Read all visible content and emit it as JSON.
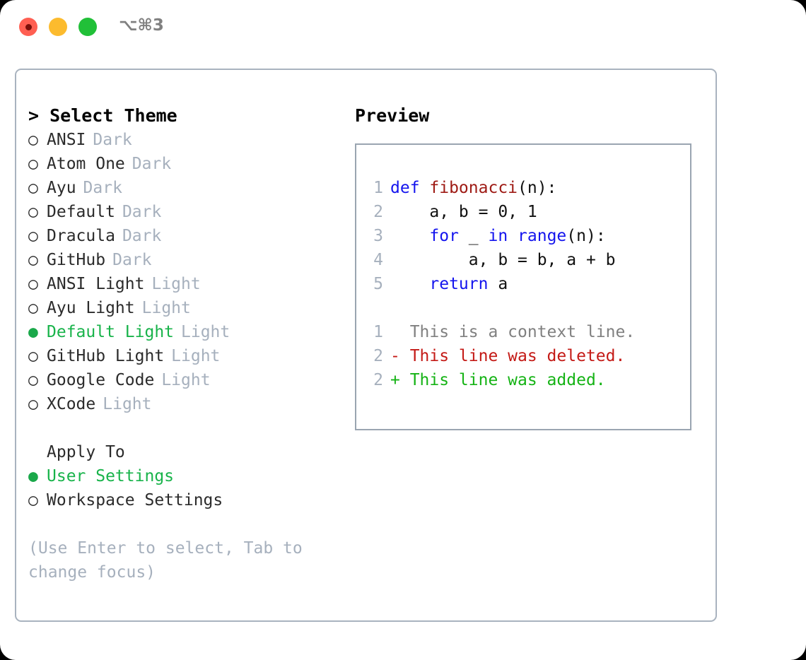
{
  "titlebar": {
    "shortcut": "⌥⌘3",
    "buttons": [
      {
        "name": "close",
        "color": "#ff5f52"
      },
      {
        "name": "minimize",
        "color": "#fcbb2e"
      },
      {
        "name": "maximize",
        "color": "#21c038"
      }
    ]
  },
  "theme_list": {
    "header": "> Select Theme",
    "items": [
      {
        "marker": "○",
        "label": "ANSI",
        "suffix": "Dark",
        "selected": false
      },
      {
        "marker": "○",
        "label": "Atom One",
        "suffix": "Dark",
        "selected": false
      },
      {
        "marker": "○",
        "label": "Ayu",
        "suffix": "Dark",
        "selected": false
      },
      {
        "marker": "○",
        "label": "Default",
        "suffix": "Dark",
        "selected": false
      },
      {
        "marker": "○",
        "label": "Dracula",
        "suffix": "Dark",
        "selected": false
      },
      {
        "marker": "○",
        "label": "GitHub",
        "suffix": "Dark",
        "selected": false
      },
      {
        "marker": "○",
        "label": "ANSI Light",
        "suffix": "Light",
        "selected": false
      },
      {
        "marker": "○",
        "label": "Ayu Light",
        "suffix": "Light",
        "selected": false
      },
      {
        "marker": "●",
        "label": "Default Light",
        "suffix": "Light",
        "selected": true
      },
      {
        "marker": "○",
        "label": "GitHub Light",
        "suffix": "Light",
        "selected": false
      },
      {
        "marker": "○",
        "label": "Google Code",
        "suffix": "Light",
        "selected": false
      },
      {
        "marker": "○",
        "label": "XCode",
        "suffix": "Light",
        "selected": false
      }
    ]
  },
  "apply_to": {
    "title": "Apply To",
    "items": [
      {
        "marker": "●",
        "label": "User Settings",
        "selected": true
      },
      {
        "marker": "○",
        "label": "Workspace Settings",
        "selected": false
      }
    ]
  },
  "hint": "(Use Enter to select, Tab to\nchange focus)",
  "preview": {
    "header": "Preview",
    "code_lines": [
      {
        "num": "1",
        "tokens": [
          {
            "text": "def ",
            "type": "kw"
          },
          {
            "text": "fibonacci",
            "type": "fn"
          },
          {
            "text": "(n):",
            "type": "txt"
          }
        ]
      },
      {
        "num": "2",
        "tokens": [
          {
            "text": "    a, b = 0, 1",
            "type": "txt"
          }
        ]
      },
      {
        "num": "3",
        "tokens": [
          {
            "text": "    ",
            "type": "txt"
          },
          {
            "text": "for",
            "type": "kw"
          },
          {
            "text": " _ ",
            "type": "txt"
          },
          {
            "text": "in",
            "type": "kw"
          },
          {
            "text": " ",
            "type": "txt"
          },
          {
            "text": "range",
            "type": "kw"
          },
          {
            "text": "(n):",
            "type": "txt"
          }
        ]
      },
      {
        "num": "4",
        "tokens": [
          {
            "text": "        a, b = b, a + b",
            "type": "txt"
          }
        ]
      },
      {
        "num": "5",
        "tokens": [
          {
            "text": "    ",
            "type": "txt"
          },
          {
            "text": "return",
            "type": "kw"
          },
          {
            "text": " a",
            "type": "txt"
          }
        ]
      }
    ],
    "diff_lines": [
      {
        "num": "1",
        "text": "  This is a context line.",
        "type": "ctx"
      },
      {
        "num": "2",
        "text": "- This line was deleted.",
        "type": "del"
      },
      {
        "num": "2",
        "text": "+ This line was added.",
        "type": "add"
      }
    ]
  },
  "colors": {
    "accent_green": "#18b34a",
    "muted": "#a6b0bd",
    "keyword_blue": "#1414ee",
    "function_red": "#9e1a14",
    "diff_delete": "#c41a16",
    "diff_add": "#15b315",
    "border": "#a9b3bf"
  }
}
